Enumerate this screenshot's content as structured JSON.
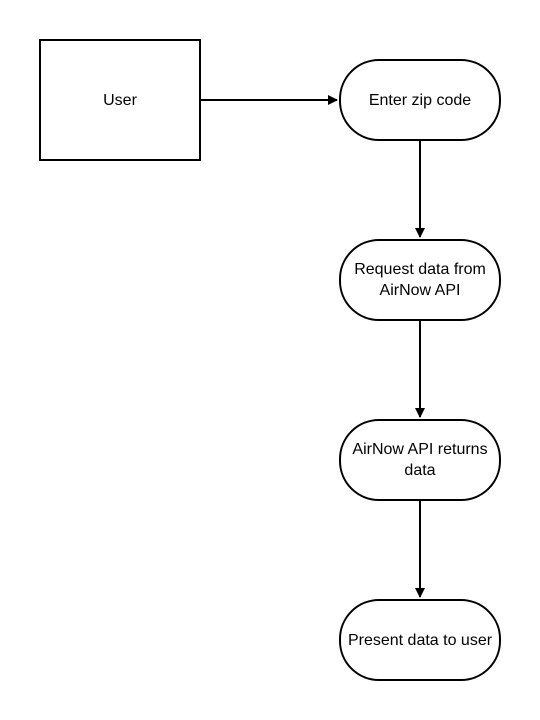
{
  "diagram": {
    "nodes": [
      {
        "id": "user",
        "label": "User",
        "shape": "rectangle"
      },
      {
        "id": "enter",
        "label": "Enter zip code",
        "shape": "terminator"
      },
      {
        "id": "request",
        "label": "Request data from AirNow API",
        "shape": "terminator"
      },
      {
        "id": "returns",
        "label": "AirNow API returns data",
        "shape": "terminator"
      },
      {
        "id": "present",
        "label": "Present data to user",
        "shape": "terminator"
      }
    ],
    "edges": [
      {
        "from": "user",
        "to": "enter"
      },
      {
        "from": "enter",
        "to": "request"
      },
      {
        "from": "request",
        "to": "returns"
      },
      {
        "from": "returns",
        "to": "present"
      }
    ],
    "colors": {
      "stroke": "#000000",
      "fill": "#ffffff",
      "text": "#000000"
    }
  }
}
